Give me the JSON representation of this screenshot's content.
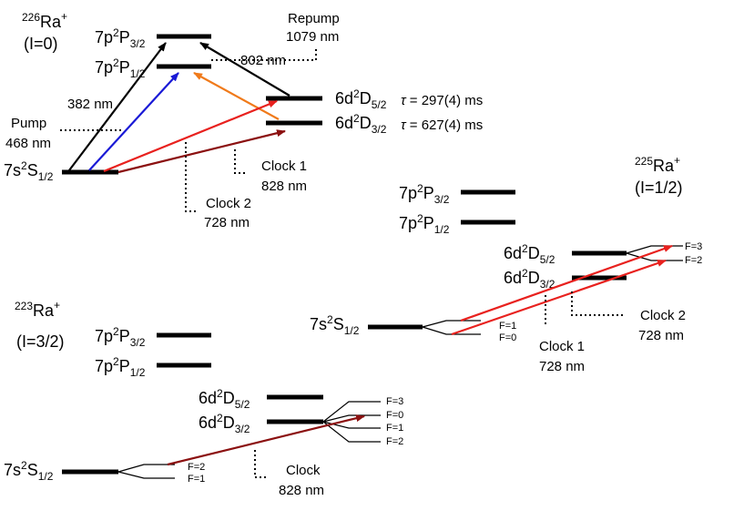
{
  "ra226": {
    "isotope_mass": "226",
    "isotope_symbol": "Ra",
    "isotope_charge": "+",
    "spin": "(I=0)",
    "levels": {
      "p32": {
        "pre": "7p",
        "sup": "2",
        "mid": "P",
        "sub": "3/2"
      },
      "p12": {
        "pre": "7p",
        "sup": "2",
        "mid": "P",
        "sub": "1/2"
      },
      "d52": {
        "pre": "6d",
        "sup": "2",
        "mid": "D",
        "sub": "5/2"
      },
      "d32": {
        "pre": "6d",
        "sup": "2",
        "mid": "D",
        "sub": "3/2"
      },
      "s12": {
        "pre": "7s",
        "sup": "2",
        "mid": "S",
        "sub": "1/2"
      }
    },
    "lifetime_d52": {
      "tau": "τ",
      "value": " = 297(4) ms"
    },
    "lifetime_d32": {
      "tau": "τ",
      "value": " = 627(4) ms"
    },
    "lasers": {
      "repump": {
        "name": "Repump",
        "wavelength": "1079 nm"
      },
      "l802": {
        "wavelength": "802 nm"
      },
      "l382": {
        "wavelength": "382 nm"
      },
      "pump": {
        "name": "Pump",
        "wavelength": "468 nm"
      },
      "clock1": {
        "name": "Clock 1",
        "wavelength": "828 nm"
      },
      "clock2": {
        "name": "Clock 2",
        "wavelength": "728 nm"
      }
    }
  },
  "ra225": {
    "isotope_mass": "225",
    "isotope_symbol": "Ra",
    "isotope_charge": "+",
    "spin": "(I=1/2)",
    "levels": {
      "p32": {
        "pre": "7p",
        "sup": "2",
        "mid": "P",
        "sub": "3/2"
      },
      "p12": {
        "pre": "7p",
        "sup": "2",
        "mid": "P",
        "sub": "1/2"
      },
      "d52": {
        "pre": "6d",
        "sup": "2",
        "mid": "D",
        "sub": "5/2"
      },
      "d32": {
        "pre": "6d",
        "sup": "2",
        "mid": "D",
        "sub": "3/2"
      },
      "s12": {
        "pre": "7s",
        "sup": "2",
        "mid": "S",
        "sub": "1/2"
      }
    },
    "hyperfine": {
      "d_f3": "F=3",
      "d_f2": "F=2",
      "s_f1": "F=1",
      "s_f0": "F=0"
    },
    "lasers": {
      "clock1": {
        "name": "Clock 1",
        "wavelength": "728 nm"
      },
      "clock2": {
        "name": "Clock 2",
        "wavelength": "728 nm"
      }
    }
  },
  "ra223": {
    "isotope_mass": "223",
    "isotope_symbol": "Ra",
    "isotope_charge": "+",
    "spin": "(I=3/2)",
    "levels": {
      "p32": {
        "pre": "7p",
        "sup": "2",
        "mid": "P",
        "sub": "3/2"
      },
      "p12": {
        "pre": "7p",
        "sup": "2",
        "mid": "P",
        "sub": "1/2"
      },
      "d52": {
        "pre": "6d",
        "sup": "2",
        "mid": "D",
        "sub": "5/2"
      },
      "d32": {
        "pre": "6d",
        "sup": "2",
        "mid": "D",
        "sub": "3/2"
      },
      "s12": {
        "pre": "7s",
        "sup": "2",
        "mid": "S",
        "sub": "1/2"
      }
    },
    "hyperfine": {
      "d_f3": "F=3",
      "d_f0": "F=0",
      "d_f1": "F=1",
      "d_f2": "F=2",
      "s_f2": "F=2",
      "s_f1": "F=1"
    },
    "lasers": {
      "clock": {
        "name": "Clock",
        "wavelength": "828 nm"
      }
    }
  },
  "colors": {
    "black": "#000000",
    "blue_382": "#1a1ad6",
    "orange_802": "#f07a1a",
    "red_728": "#e8211e",
    "darkred_828": "#8b1010"
  }
}
